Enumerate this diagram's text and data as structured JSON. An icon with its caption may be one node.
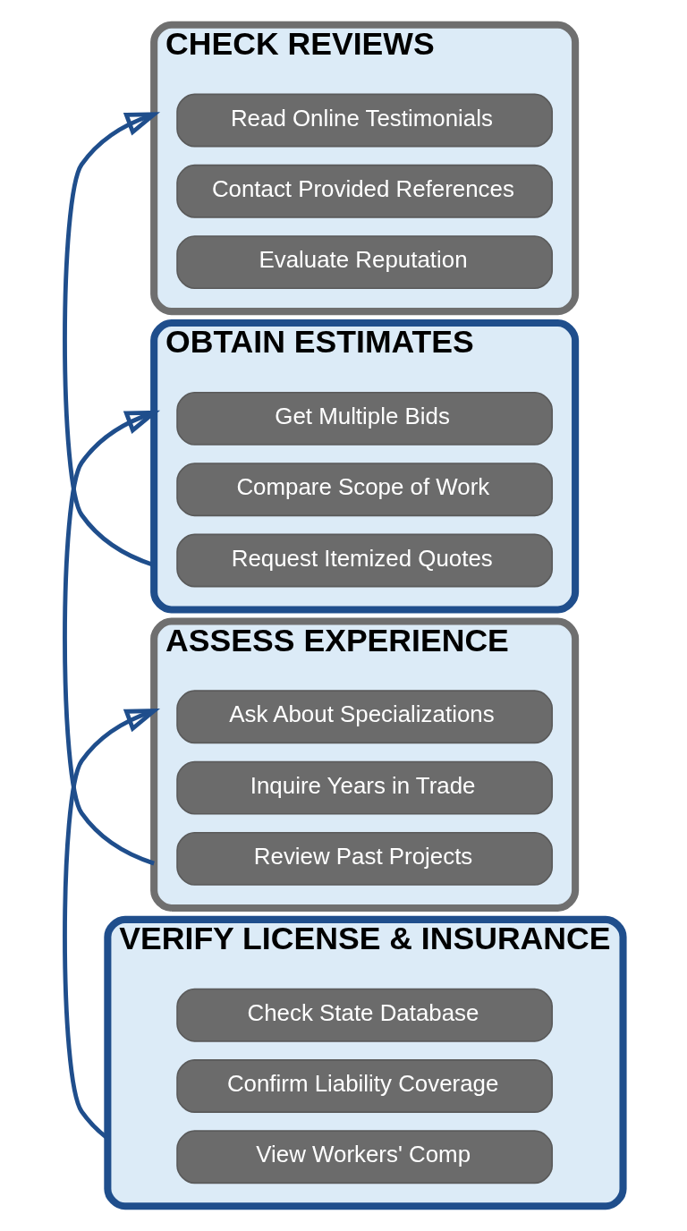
{
  "diagram": {
    "nodes": [
      {
        "text": [
          "VERIFY LICENSE & INSURANCE"
        ]
      },
      {
        "text": [
          "Check State Database"
        ],
        "in": 0
      },
      {
        "text": [
          "Confirm Liability Coverage"
        ],
        "in": 0
      },
      {
        "text": [
          "View Workers' Comp"
        ],
        "in": 0
      },
      {
        "text": [
          "ASSESS EXPERIENCE"
        ]
      },
      {
        "text": [
          "Ask About Specializations"
        ],
        "in": 4
      },
      {
        "text": [
          "Inquire Years in Trade"
        ],
        "in": 4
      },
      {
        "text": [
          "Review Past Projects"
        ],
        "in": 4
      },
      {
        "text": [
          "OBTAIN ESTIMATES"
        ]
      },
      {
        "text": [
          "Get Multiple Bids"
        ],
        "in": 8
      },
      {
        "text": [
          "Compare Scope of Work"
        ],
        "in": 8
      },
      {
        "text": [
          "Request Itemized Quotes"
        ],
        "in": 8
      },
      {
        "text": [
          "CHECK REVIEWS"
        ]
      },
      {
        "text": [
          "Read Online Testimonials"
        ],
        "in": 12
      },
      {
        "text": [
          "Contact Provided References"
        ],
        "in": 12
      },
      {
        "text": [
          "Evaluate Reputation"
        ],
        "in": 12
      }
    ],
    "edges": [
      {
        "from": 0,
        "to": 4,
        "arrow": "to"
      },
      {
        "from": 4,
        "to": 8,
        "arrow": "to"
      },
      {
        "from": 8,
        "to": 12,
        "arrow": "to"
      }
    ]
  }
}
